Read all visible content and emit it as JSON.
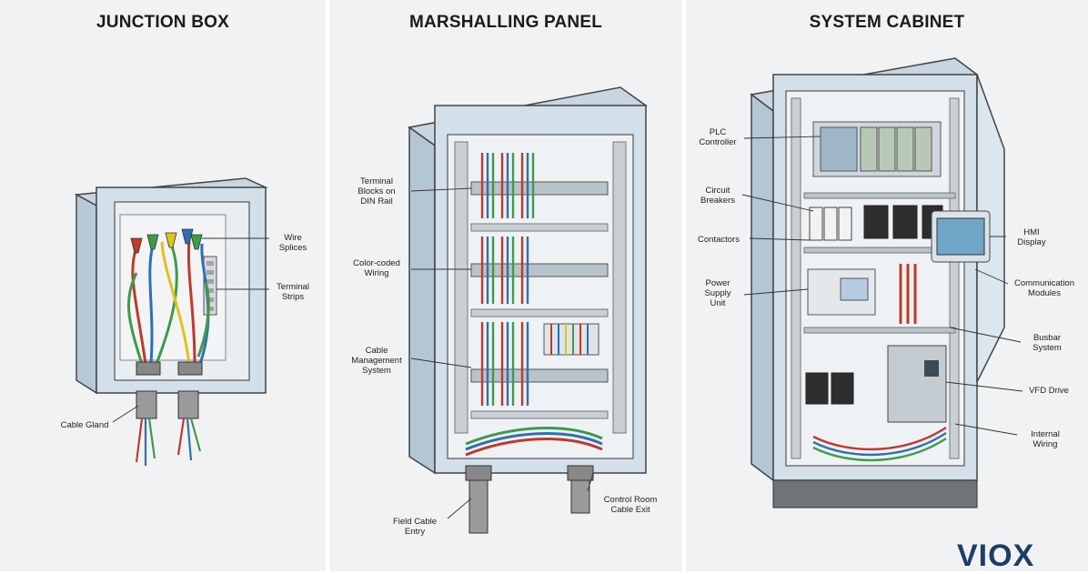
{
  "panels": {
    "junction_box": {
      "title": "JUNCTION BOX",
      "labels": {
        "wire_splices": "Wire\nSplices",
        "terminal_strips": "Terminal\nStrips",
        "cable_gland": "Cable Gland"
      }
    },
    "marshalling_panel": {
      "title": "MARSHALLING PANEL",
      "labels": {
        "terminal_blocks": "Terminal\nBlocks on\nDIN Rail",
        "color_coded_wiring": "Color-coded\nWiring",
        "cable_management": "Cable\nManagement\nSystem",
        "field_cable_entry": "Field Cable\nEntry",
        "control_room_exit": "Control Room\nCable Exit"
      }
    },
    "system_cabinet": {
      "title": "SYSTEM CABINET",
      "labels": {
        "plc_controller": "PLC\nController",
        "circuit_breakers": "Circuit\nBreakers",
        "contactors": "Contactors",
        "power_supply": "Power\nSupply\nUnit",
        "hmi_display": "HMI\nDisplay",
        "communication_modules": "Communication\nModules",
        "busbar_system": "Busbar\nSystem",
        "vfd_drive": "VFD Drive",
        "internal_wiring": "Internal\nWiring"
      }
    }
  },
  "brand": {
    "logo_text": "VIOX"
  },
  "colors": {
    "panel_bg": "#f1f2f4",
    "enclosure": "#d6e3ec",
    "enclosure_dark": "#a9bccb",
    "wire_red": "#c0392b",
    "wire_blue": "#2f6fb3",
    "wire_green": "#3f9a4a",
    "wire_yellow": "#e0c21a",
    "logo": "#1d3e66"
  }
}
